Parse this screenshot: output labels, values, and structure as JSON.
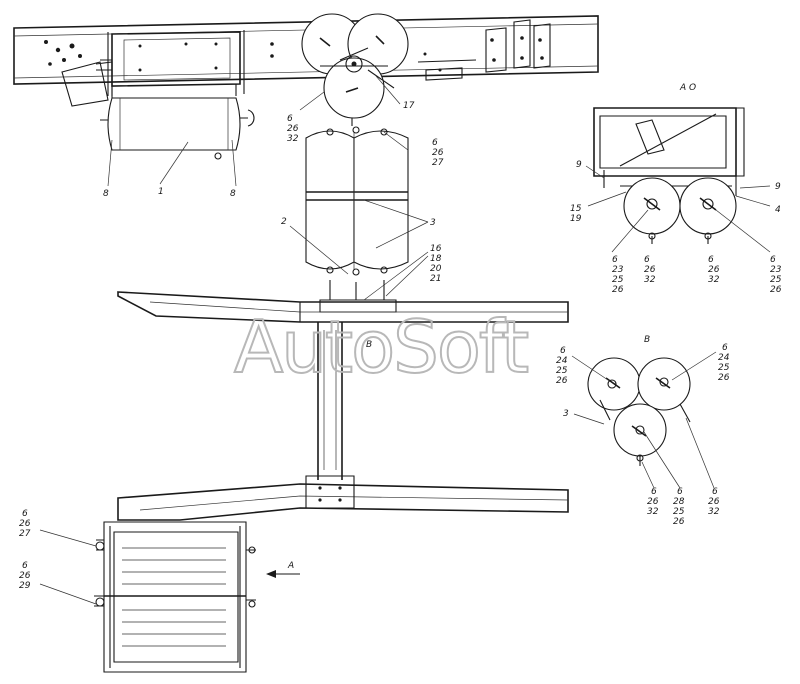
{
  "diagram": {
    "watermark": "AutoSoft",
    "view_labels": {
      "view_a_header": "A O",
      "view_b_header": "B",
      "section_b_mark": "B",
      "arrow_a": "A"
    },
    "callouts": {
      "c_8_left": "8",
      "c_1": "1",
      "c_8_right": "8",
      "c_6_26_32_top": [
        "6",
        "26",
        "32"
      ],
      "c_17": "17",
      "c_6_26_27_mid": [
        "6",
        "26",
        "27"
      ],
      "c_2": "2",
      "c_3_mid": "3",
      "c_16_18_20_21": [
        "16",
        "18",
        "20",
        "21"
      ],
      "va_9_left": "9",
      "va_15_19": [
        "15",
        "19"
      ],
      "va_9_right": "9",
      "va_4": "4",
      "va_6_23_25_26_left": [
        "6",
        "23",
        "25",
        "26"
      ],
      "va_6_26_32_a": [
        "6",
        "26",
        "32"
      ],
      "va_6_26_32_b": [
        "6",
        "26",
        "32"
      ],
      "va_6_23_25_26_right": [
        "6",
        "23",
        "25",
        "26"
      ],
      "vb_6_24_25_26_left": [
        "6",
        "24",
        "25",
        "26"
      ],
      "vb_6_24_25_26_right": [
        "6",
        "24",
        "25",
        "26"
      ],
      "vb_3": "3",
      "vb_6_26_32_left": [
        "6",
        "26",
        "32"
      ],
      "vb_6_28_25_26": [
        "6",
        "28",
        "25",
        "26"
      ],
      "vb_6_26_32_right": [
        "6",
        "26",
        "32"
      ],
      "bl_6_26_27": [
        "6",
        "26",
        "27"
      ],
      "bl_6_26_29": [
        "6",
        "26",
        "29"
      ]
    }
  }
}
